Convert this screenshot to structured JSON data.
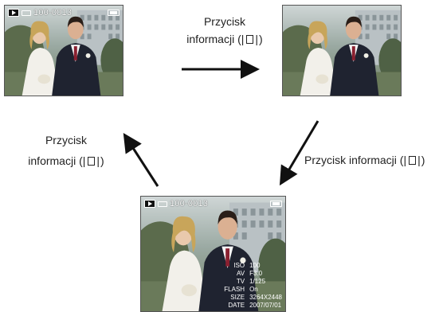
{
  "screens": {
    "top_left": {
      "file_number": "100-0013"
    },
    "top_right": {},
    "bottom": {
      "file_number": "100-0013",
      "info": [
        {
          "key": "ISO",
          "value": "100"
        },
        {
          "key": "AV",
          "value": "F3.0"
        },
        {
          "key": "TV",
          "value": "1/125"
        },
        {
          "key": "FLASH",
          "value": "On"
        },
        {
          "key": "SIZE",
          "value": "3264X2448"
        },
        {
          "key": "DATE",
          "value": "2007/07/01"
        }
      ]
    }
  },
  "captions": {
    "top_line1": "Przycisk",
    "top_line2": "informacji (",
    "right_line": "Przycisk informacji (",
    "left_line1": "Przycisk",
    "left_line2": "informacji (",
    "close": ")"
  },
  "icons": {
    "play": "play-icon",
    "memory_card": "memory-card-icon",
    "battery": "battery-icon",
    "info_button": "info-button-icon"
  }
}
